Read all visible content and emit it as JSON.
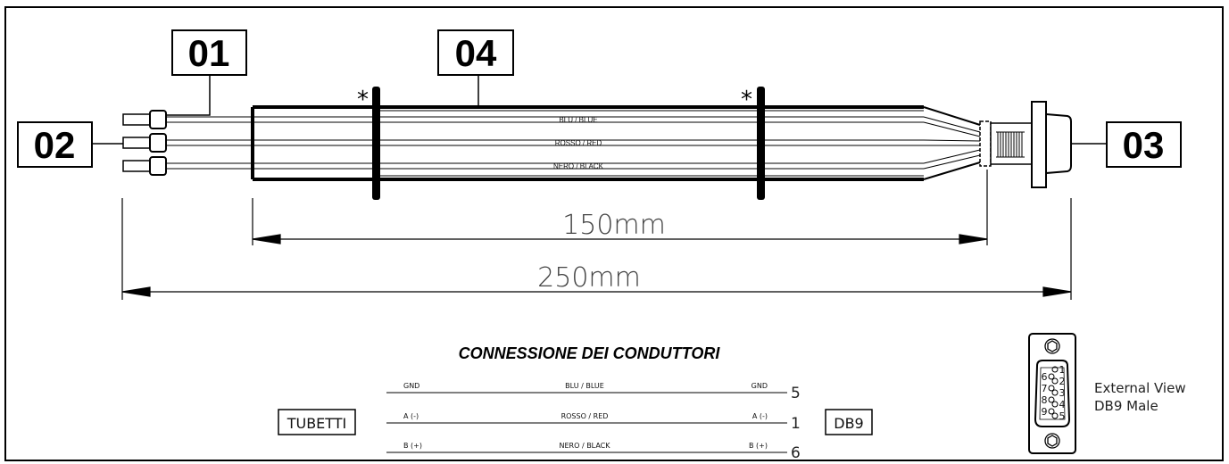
{
  "callouts": {
    "c01": "01",
    "c02": "02",
    "c03": "03",
    "c04": "04"
  },
  "asterisk": "*",
  "wires": [
    {
      "label": "BLU / BLUE"
    },
    {
      "label": "ROSSO / RED"
    },
    {
      "label": "NERO / BLACK"
    }
  ],
  "dimensions": {
    "inner": "150mm",
    "overall": "250mm"
  },
  "connection_table": {
    "title": "CONNESSIONE DEI CONDUTTORI",
    "left_box": "TUBETTI",
    "right_box": "DB9",
    "rows": [
      {
        "left": "GND",
        "wire": "BLU / BLUE",
        "right": "GND",
        "pin": "5"
      },
      {
        "left": "A (-)",
        "wire": "ROSSO / RED",
        "right": "A (-)",
        "pin": "1"
      },
      {
        "left": "B (+)",
        "wire": "NERO / BLACK",
        "right": "B (+)",
        "pin": "6"
      }
    ]
  },
  "db9_view": {
    "pins_left": [
      "6",
      "7",
      "8",
      "9"
    ],
    "pins_right": [
      "1",
      "2",
      "3",
      "4",
      "5"
    ],
    "caption_line1": "External View",
    "caption_line2": "DB9 Male"
  }
}
